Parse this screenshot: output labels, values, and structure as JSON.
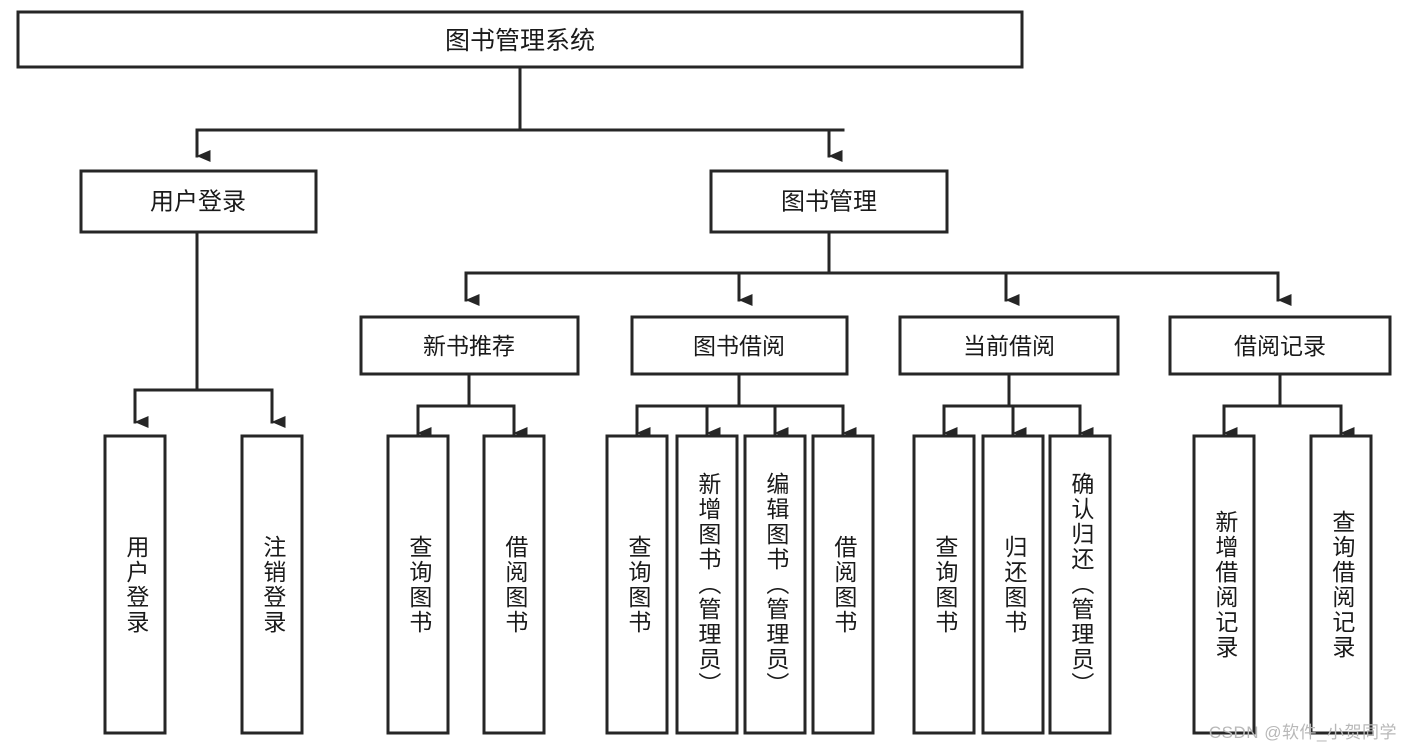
{
  "diagram": {
    "type": "tree",
    "title": "图书管理系统",
    "watermark": "CSDN @软件_小贺同学",
    "colors": {
      "node_stroke": "#262626",
      "node_fill": "#ffffff",
      "text": "#1a1a1a",
      "background": "#ffffff",
      "watermark": "#b8b8b8"
    },
    "root": {
      "label": "图书管理系统"
    },
    "level2": [
      {
        "label": "用户登录"
      },
      {
        "label": "图书管理"
      }
    ],
    "level3": [
      {
        "label": "新书推荐"
      },
      {
        "label": "图书借阅"
      },
      {
        "label": "当前借阅"
      },
      {
        "label": "借阅记录"
      }
    ],
    "leaves": {
      "user_login": [
        {
          "label": "用户登录"
        },
        {
          "label": "注销登录"
        }
      ],
      "new_book_recommend": [
        {
          "label": "查询图书"
        },
        {
          "label": "借阅图书"
        }
      ],
      "book_borrow": [
        {
          "label": "查询图书"
        },
        {
          "label": "新增图书（管理员）"
        },
        {
          "label": "编辑图书（管理员）"
        },
        {
          "label": "借阅图书"
        }
      ],
      "current_borrow": [
        {
          "label": "查询图书"
        },
        {
          "label": "归还图书"
        },
        {
          "label": "确认归还（管理员）"
        }
      ],
      "borrow_record": [
        {
          "label": "新增借阅记录"
        },
        {
          "label": "查询借阅记录"
        }
      ]
    }
  }
}
